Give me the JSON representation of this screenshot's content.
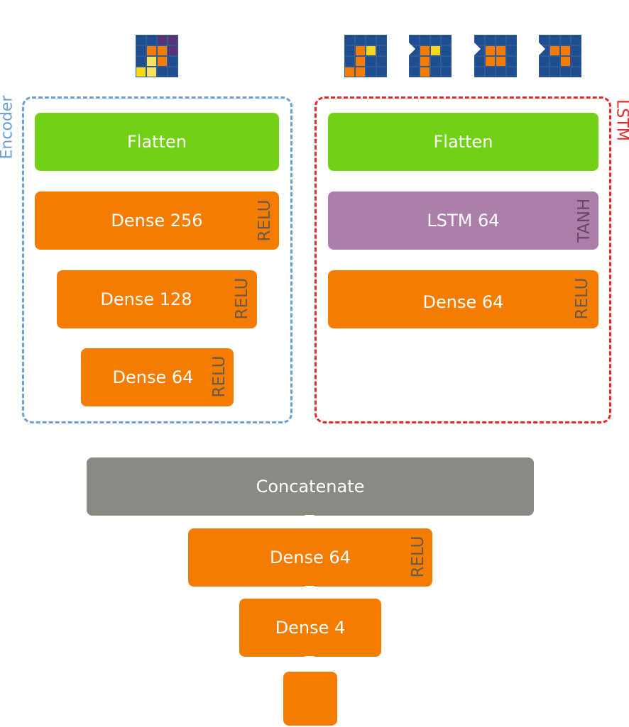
{
  "colors": {
    "flatten": "#72d016",
    "dense": "#f47c00",
    "lstm_layer": "#ab7faa",
    "concatenate": "#8a8a85",
    "encoder_border": "#6b9ed2",
    "lstm_border": "#e32a2a",
    "grid_blue": "#1f4d91",
    "grid_orange": "#f47c00",
    "grid_yellow": "#f7d91a",
    "grid_lightyellow": "#f9e25a",
    "grid_purple": "#5a3277"
  },
  "encoder": {
    "label": "Encoder",
    "flatten": "Flatten",
    "dense1": {
      "label": "Dense 256",
      "activation": "RELU"
    },
    "dense2": {
      "label": "Dense 128",
      "activation": "RELU"
    },
    "dense3": {
      "label": "Dense 64",
      "activation": "RELU"
    }
  },
  "lstm": {
    "label": "LSTM",
    "flatten": "Flatten",
    "lstm_layer": {
      "label": "LSTM 64",
      "activation": "TANH"
    },
    "dense": {
      "label": "Dense 64",
      "activation": "RELU"
    }
  },
  "head": {
    "concatenate": "Concatenate",
    "dense1": {
      "label": "Dense 64",
      "activation": "RELU"
    },
    "dense2": {
      "label": "Dense 4"
    }
  },
  "input_grids": {
    "encoder_input": [
      [
        "B",
        "B",
        "P",
        "P"
      ],
      [
        "B",
        "O",
        "O",
        "P"
      ],
      [
        "B",
        "L",
        "O",
        "B"
      ],
      [
        "Y",
        "L",
        "B",
        "B"
      ]
    ],
    "sequence": [
      [
        [
          "B",
          "B",
          "B",
          "B"
        ],
        [
          "B",
          "O",
          "Y",
          "B"
        ],
        [
          "B",
          "O",
          "B",
          "B"
        ],
        [
          "O",
          "O",
          "B",
          "B"
        ]
      ],
      [
        [
          "B",
          "B",
          "B",
          "B"
        ],
        [
          "B",
          "O",
          "Y",
          "B"
        ],
        [
          "B",
          "O",
          "B",
          "B"
        ],
        [
          "B",
          "O",
          "B",
          "B"
        ]
      ],
      [
        [
          "B",
          "B",
          "B",
          "B"
        ],
        [
          "B",
          "O",
          "O",
          "B"
        ],
        [
          "B",
          "O",
          "O",
          "B"
        ],
        [
          "B",
          "B",
          "B",
          "B"
        ]
      ],
      [
        [
          "B",
          "B",
          "B",
          "B"
        ],
        [
          "B",
          "O",
          "O",
          "B"
        ],
        [
          "B",
          "B",
          "O",
          "B"
        ],
        [
          "B",
          "B",
          "B",
          "B"
        ]
      ]
    ]
  }
}
